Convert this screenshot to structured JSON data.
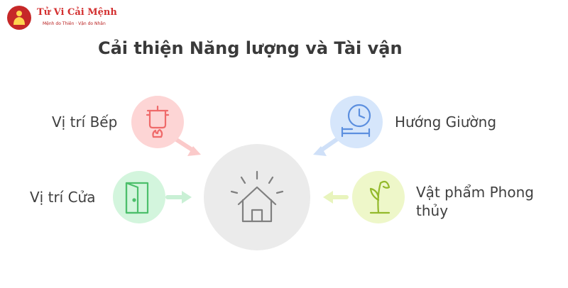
{
  "logo": {
    "title": "Tử Vi Cải Mệnh",
    "subtitle": "Mệnh do Thiên · Vận do Nhân"
  },
  "title": "Cải thiện Năng lượng và Tài vận",
  "items": {
    "kitchen": {
      "label": "Vị trí Bếp",
      "icon": "cooking-pot-icon",
      "color": "#fdd5d5"
    },
    "door": {
      "label": "Vị trí Cửa",
      "icon": "door-icon",
      "color": "#d3f5dd"
    },
    "bed": {
      "label": "Hướng Giường",
      "icon": "clock-bed-icon",
      "color": "#d6e6fb"
    },
    "fengshui": {
      "label": "Vật phẩm Phong thủy",
      "icon": "wilting-plant-icon",
      "color": "#eef7c9"
    },
    "center": {
      "icon": "house-icon",
      "color": "#ebebeb"
    }
  }
}
